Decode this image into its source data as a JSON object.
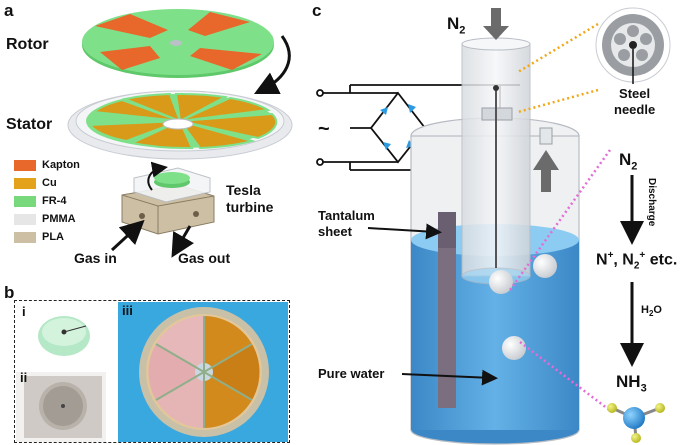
{
  "panels": {
    "a": "a",
    "b": "b",
    "c": "c"
  },
  "panel_a": {
    "rotor_label": "Rotor",
    "stator_label": "Stator",
    "tesla_line1": "Tesla",
    "tesla_line2": "turbine",
    "gas_in": "Gas in",
    "gas_out": "Gas out",
    "legend": [
      {
        "label": "Kapton",
        "color": "#e8672a"
      },
      {
        "label": "Cu",
        "color": "#e3a21a"
      },
      {
        "label": "FR-4",
        "color": "#77d97c"
      },
      {
        "label": "PMMA",
        "color": "#e6e6e6"
      },
      {
        "label": "PLA",
        "color": "#cdbfa3"
      }
    ]
  },
  "panel_b": {
    "sub_i": "i",
    "sub_ii": "ii",
    "sub_iii": "iii"
  },
  "panel_c": {
    "n2_top": "N",
    "n2_top_sub": "2",
    "steel_line1": "Steel",
    "steel_line2": "needle",
    "tantalum_line1": "Tantalum",
    "tantalum_line2": "sheet",
    "pure_water": "Pure water",
    "tilde": "~",
    "n2_right": "N",
    "n2_right_sub": "2",
    "discharge": "Discharge",
    "ions_n": "N",
    "ions_sup1": "+",
    "ions_sep": ", N",
    "ions_sub": "2",
    "ions_sup2": "+",
    "ions_tail": " etc.",
    "h2o_h": "H",
    "h2o_sub": "2",
    "h2o_o": "O",
    "nh3_n": "NH",
    "nh3_sub": "3"
  }
}
